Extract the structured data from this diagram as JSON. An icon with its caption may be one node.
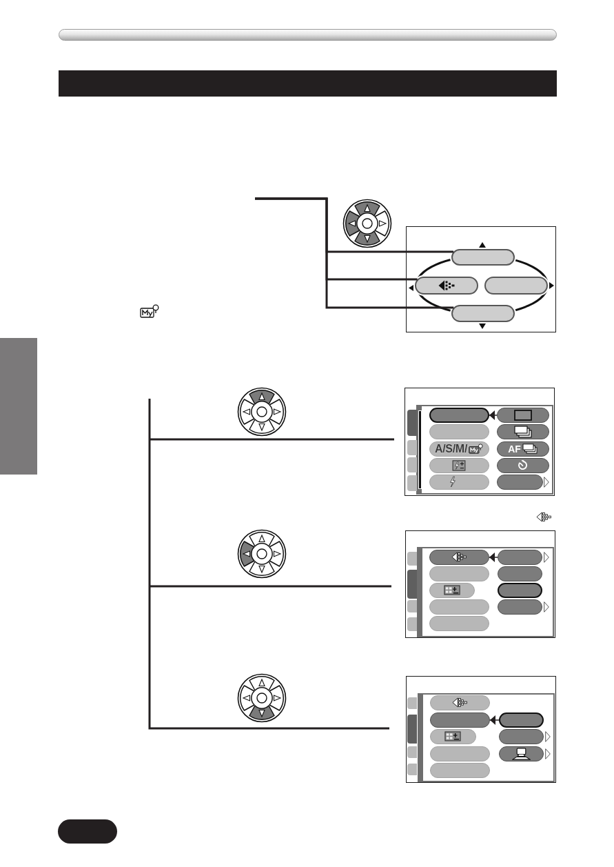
{
  "diagram": {
    "nodes": [
      {
        "text": [],
        "shape": "bar"
      },
      {
        "text": [],
        "shape": "box"
      },
      {
        "text": [],
        "shape": "box",
        "in": 1
      },
      {
        "text": [],
        "shape": "box",
        "in": 1
      },
      {
        "text": [],
        "shape": "box",
        "in": 1
      },
      {
        "text": [],
        "shape": "box",
        "in": 1
      },
      {
        "text": [],
        "shape": "bar"
      },
      {
        "text": [],
        "shape": "box"
      },
      {
        "text": [],
        "shape": "box",
        "in": 7
      },
      {
        "text": [],
        "shape": "box",
        "in": 7
      },
      {
        "text": [],
        "shape": "box",
        "in": 7
      },
      {
        "text": [],
        "shape": "box",
        "in": 7
      },
      {
        "text": [
          "A/S/M/"
        ],
        "in": 7
      },
      {
        "text": [
          "AF"
        ],
        "in": 7
      },
      {
        "text": [],
        "shape": "box",
        "in": 7
      },
      {
        "text": [],
        "shape": "box",
        "in": 7
      },
      {
        "text": [],
        "shape": "box",
        "in": 7
      },
      {
        "text": [],
        "shape": "box",
        "in": 7
      },
      {
        "text": [],
        "shape": "box"
      },
      {
        "text": [],
        "shape": "box",
        "in": 18
      },
      {
        "text": [],
        "shape": "box",
        "in": 18
      },
      {
        "text": [],
        "shape": "box",
        "in": 18
      },
      {
        "text": [],
        "shape": "box",
        "in": 18
      },
      {
        "text": [],
        "shape": "box",
        "in": 18
      },
      {
        "text": [],
        "shape": "box",
        "in": 18
      },
      {
        "text": [],
        "shape": "box",
        "in": 18
      },
      {
        "text": [],
        "shape": "box",
        "in": 18
      },
      {
        "text": [],
        "shape": "box",
        "in": 18
      },
      {
        "text": [],
        "shape": "box"
      },
      {
        "text": [],
        "shape": "box",
        "in": 28
      },
      {
        "text": [],
        "shape": "box",
        "in": 28
      },
      {
        "text": [],
        "shape": "box",
        "in": 28
      },
      {
        "text": [],
        "shape": "box",
        "in": 28
      },
      {
        "text": [],
        "shape": "box",
        "in": 28
      },
      {
        "text": [],
        "shape": "box",
        "in": 28
      },
      {
        "text": [],
        "shape": "box",
        "in": 28
      },
      {
        "text": [],
        "shape": "box",
        "in": 28
      }
    ],
    "edges": [
      {
        "from": null,
        "to": 2,
        "arrow": "none"
      },
      {
        "from": null,
        "to": 3,
        "arrow": "none"
      },
      {
        "from": null,
        "to": 5,
        "arrow": "none"
      },
      {
        "from": 9,
        "to": 8,
        "arrow": "to"
      },
      {
        "from": 20,
        "to": 19,
        "arrow": "to"
      },
      {
        "from": 31,
        "to": 30,
        "arrow": "to"
      }
    ]
  }
}
